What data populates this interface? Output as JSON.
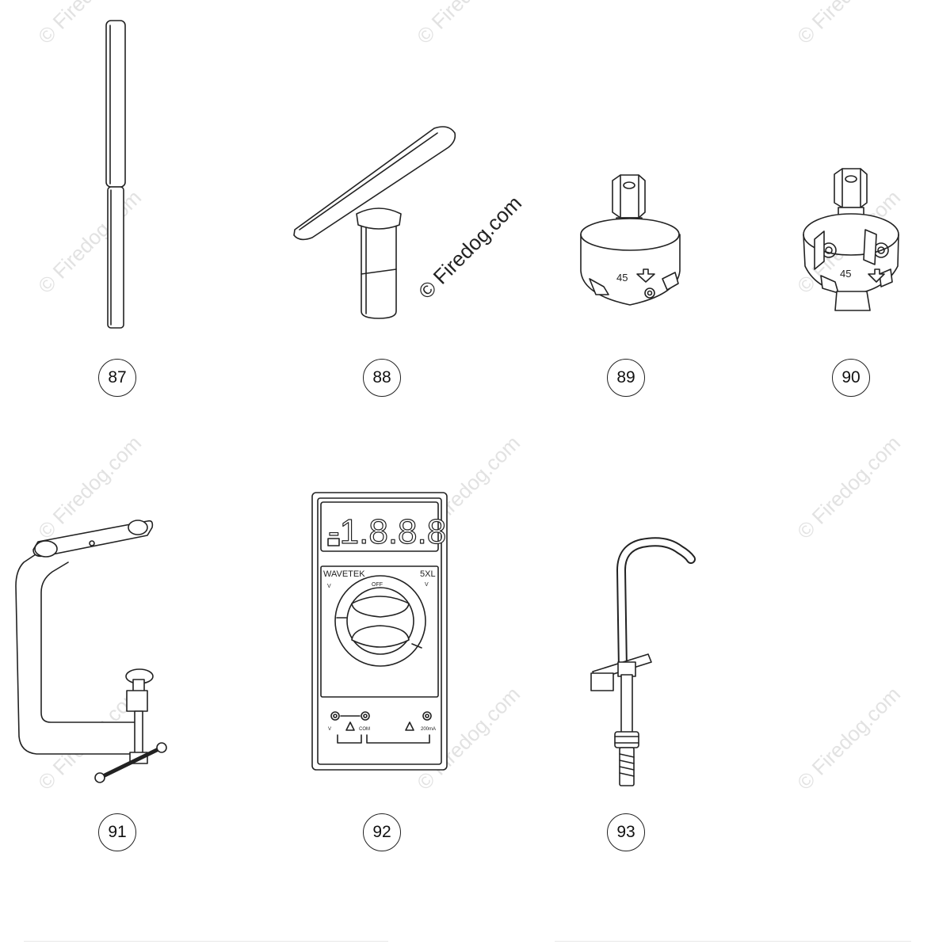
{
  "watermark": {
    "text": "© Firedog.com"
  },
  "parts": [
    {
      "number": "87"
    },
    {
      "number": "88"
    },
    {
      "number": "89",
      "dial_label": "45"
    },
    {
      "number": "90",
      "dial_label": "45"
    },
    {
      "number": "91"
    },
    {
      "number": "92",
      "brand": "WAVETEK",
      "model": "5XL",
      "range_left": "V",
      "range_right": "V",
      "knob_top": "OFF",
      "display": "-1.8.8.8",
      "jack_v": "V",
      "jack_com": "COM",
      "jack_ma": "200mA"
    },
    {
      "number": "93"
    }
  ]
}
